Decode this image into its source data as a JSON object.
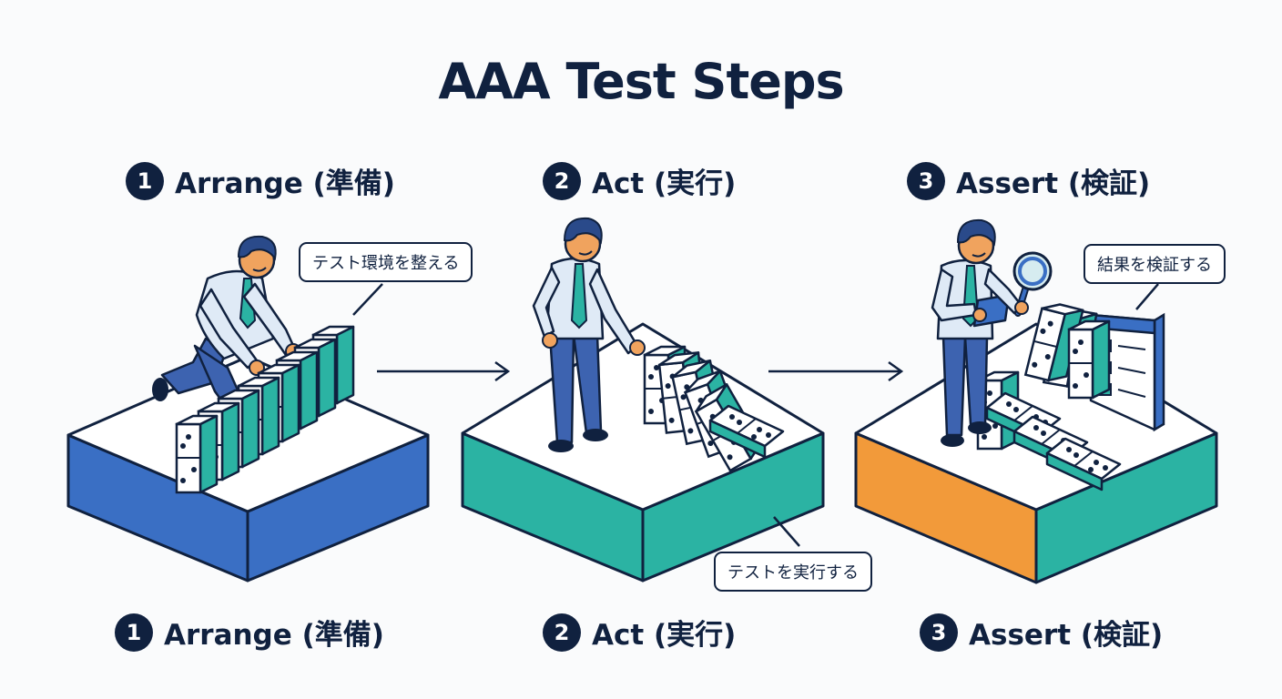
{
  "title": "AAA Test Steps",
  "colors": {
    "navy": "#10213f",
    "arrange_accent": "#3a6fc4",
    "act_accent": "#2bb3a3",
    "assert_accent": "#f29a3a",
    "shirt": "#dfeaf6",
    "tie": "#2bb3a3",
    "pants": "#3d63b0"
  },
  "steps": [
    {
      "number": "1",
      "name": "Arrange (準備)",
      "bubble": "テスト環境を整える",
      "platform_color": "#3a6fc4",
      "footer_number": "1",
      "footer_name": "Arrange (準備)",
      "icons": [
        "person-kneeling-icon",
        "domino-row-icon"
      ]
    },
    {
      "number": "2",
      "name": "Act (実行)",
      "bubble": "テストを実行する",
      "platform_color": "#2bb3a3",
      "footer_number": "2",
      "footer_name": "Act (実行)",
      "icons": [
        "person-pushing-icon",
        "falling-dominoes-icon"
      ]
    },
    {
      "number": "3",
      "name": "Assert (検証)",
      "bubble": "結果を検証する",
      "platform_color": "#f29a3a",
      "platform_right_color": "#2bb3a3",
      "footer_number": "3",
      "footer_name": "Assert (検証)",
      "icons": [
        "magnifier-icon",
        "checklist-screen-icon",
        "fallen-dominoes-icon"
      ]
    }
  ]
}
